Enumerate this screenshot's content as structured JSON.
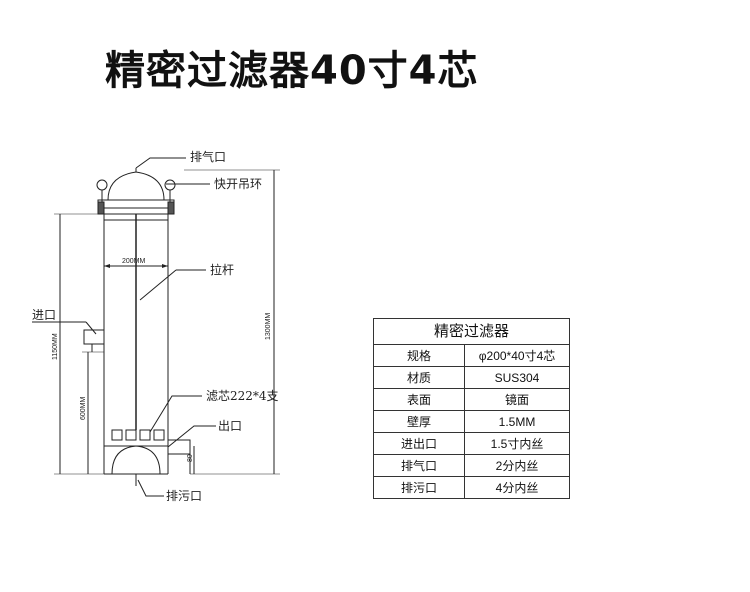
{
  "title": "精密过滤器40寸4芯",
  "drawing": {
    "labels": {
      "vent": "排气口",
      "quick_lift_ring": "快开吊环",
      "pull_rod": "拉杆",
      "inlet": "进口",
      "filter_element": "滤芯222*4支",
      "outlet": "出口",
      "drain": "排污口"
    },
    "dimensions": {
      "diameter": "200MM",
      "total_height": "1300MM",
      "inlet_height": "1150MM",
      "element_height": "600MM",
      "outlet_height": "80"
    }
  },
  "spec_table": {
    "header": "精密过滤器",
    "rows": [
      {
        "label": "规格",
        "value": "φ200*40寸4芯"
      },
      {
        "label": "材质",
        "value": "SUS304"
      },
      {
        "label": "表面",
        "value": "镜面"
      },
      {
        "label": "壁厚",
        "value": "1.5MM"
      },
      {
        "label": "进出口",
        "value": "1.5寸内丝"
      },
      {
        "label": "排气口",
        "value": "2分内丝"
      },
      {
        "label": "排污口",
        "value": "4分内丝"
      }
    ]
  }
}
